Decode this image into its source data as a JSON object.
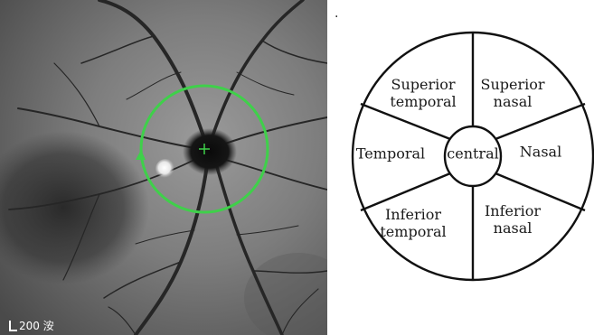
{
  "fundus_panel": {
    "scale_label": "200 洝"
  },
  "top_mark": ".",
  "sectors": {
    "central": "central",
    "superior_temporal": [
      "Superior",
      "temporal"
    ],
    "superior_nasal": [
      "Superior",
      "nasal"
    ],
    "temporal": "Temporal",
    "nasal": "Nasal",
    "inferior_temporal": [
      "Inferior",
      "temporal"
    ],
    "inferior_nasal": [
      "Inferior",
      "nasal"
    ]
  },
  "colors": {
    "scan_circle": "#3fd04a",
    "outline": "#111111"
  }
}
